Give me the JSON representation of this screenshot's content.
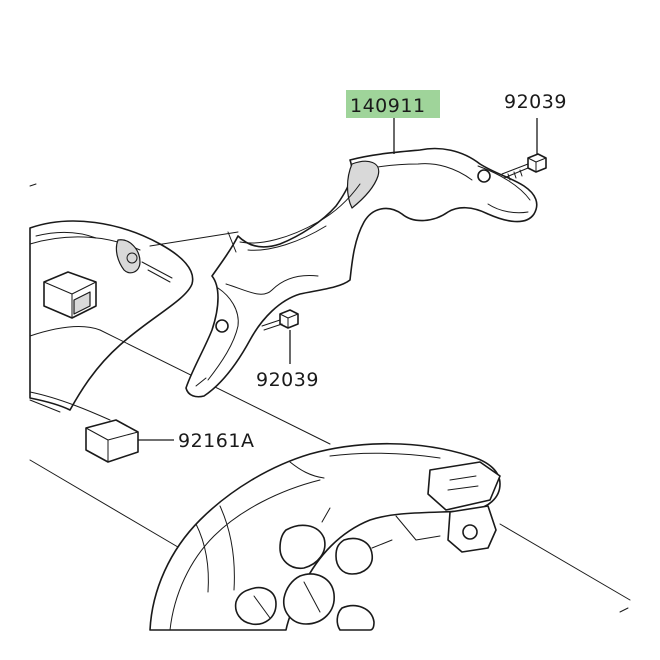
{
  "diagram": {
    "highlight_color": "#9fd49a",
    "parts": [
      {
        "part_number": "140911",
        "highlighted": true
      },
      {
        "part_number": "92039",
        "highlighted": false
      },
      {
        "part_number": "92039",
        "highlighted": false
      },
      {
        "part_number": "92161A",
        "highlighted": false
      }
    ]
  }
}
